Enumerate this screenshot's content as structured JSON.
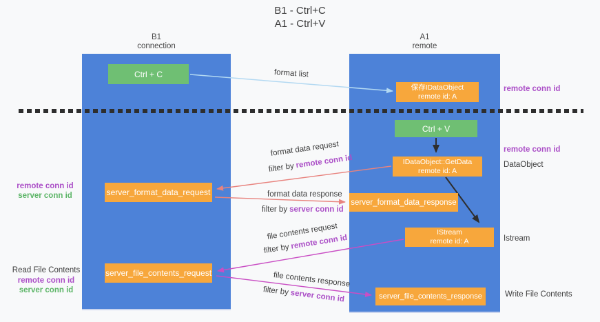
{
  "title": {
    "line1": "B1 - Ctrl+C",
    "line2": "A1 - Ctrl+V"
  },
  "lanes": {
    "left": {
      "name": "B1",
      "sub": "connection"
    },
    "right": {
      "name": "A1",
      "sub": "remote"
    }
  },
  "boxes": {
    "ctrl_c": {
      "label": "Ctrl + C"
    },
    "save_idataobject": {
      "line1": "保存IDataObject",
      "line2": "remote id: A"
    },
    "ctrl_v": {
      "label": "Ctrl + V"
    },
    "getdata": {
      "line1": "IDataObject::GetData",
      "line2": "remote id: A"
    },
    "format_request": {
      "label": "server_format_data_request"
    },
    "format_response": {
      "label": "server_format_data_response"
    },
    "istream": {
      "line1": "IStream",
      "line2": "remote id: A"
    },
    "file_request": {
      "label": "server_file_contents_request"
    },
    "file_response": {
      "label": "server_file_contents_response"
    }
  },
  "arrows": {
    "format_list": {
      "label": "format list"
    },
    "format_data_request": {
      "label": "format data request",
      "filter_prefix": "filter by",
      "filter_key": "remote conn id"
    },
    "format_data_response": {
      "label": "format data response",
      "filter_prefix": "filter by",
      "filter_key": "server conn id"
    },
    "file_contents_request": {
      "label": "file contents request",
      "filter_prefix": "filter by",
      "filter_key": "remote conn id"
    },
    "file_contents_response": {
      "label": "file contents response",
      "filter_prefix": "filter by",
      "filter_key": "server conn id"
    }
  },
  "side_labels": {
    "right_top_remote_conn_id": "remote conn id",
    "right_mid_remote_conn_id": "remote conn id",
    "dataobject": "DataObject",
    "istream": "Istream",
    "write_file_contents": "Write File Contents",
    "left_mid": {
      "remote": "remote conn id",
      "server": "server conn id"
    },
    "left_bottom": {
      "title": "Read File Contents",
      "remote": "remote conn id",
      "server": "server conn id"
    }
  },
  "colors": {
    "lane_blue": "#4d82d8",
    "box_orange": "#f7a73c",
    "box_green": "#6fbf73",
    "purple_text": "#ab4fc7",
    "green_text": "#5cb567",
    "salmon_arrow": "#e8837e",
    "magenta_arrow": "#c94ec4",
    "light_blue_arrow": "#b3d9f2",
    "dash_black": "#2e2e2e"
  }
}
